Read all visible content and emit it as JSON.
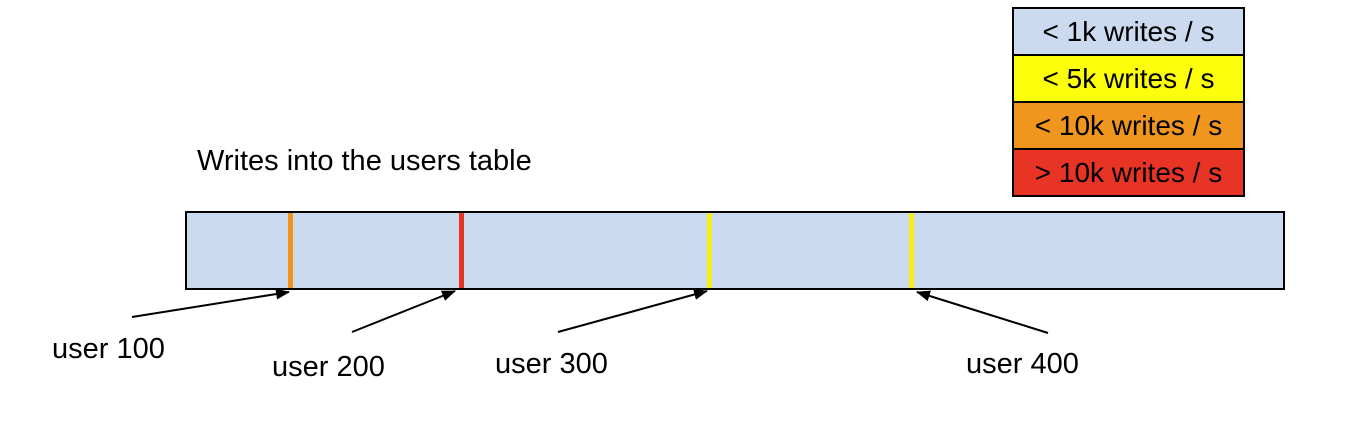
{
  "title": "Writes into the users table",
  "legend": {
    "items": [
      {
        "label": "< 1k writes / s",
        "color": "#cbdaef"
      },
      {
        "label": "< 5k writes / s",
        "color": "#fdfe0b"
      },
      {
        "label": "< 10k writes / s",
        "color": "#f0961f"
      },
      {
        "label": "> 10k writes / s",
        "color": "#e83425"
      }
    ],
    "border_color": "#000000"
  },
  "bar": {
    "fill": "#cbdaef",
    "border_color": "#000000"
  },
  "markers": [
    {
      "user": "user 100",
      "color": "#f0961f",
      "position_fraction": 0.096
    },
    {
      "user": "user 200",
      "color": "#e83425",
      "position_fraction": 0.251
    },
    {
      "user": "user 300",
      "color": "#f7ee17",
      "position_fraction": 0.477
    },
    {
      "user": "user 400",
      "color": "#f7ee17",
      "position_fraction": 0.66
    }
  ],
  "labels": [
    {
      "text": "user 100"
    },
    {
      "text": "user 200"
    },
    {
      "text": "user 300"
    },
    {
      "text": "user 400"
    }
  ]
}
